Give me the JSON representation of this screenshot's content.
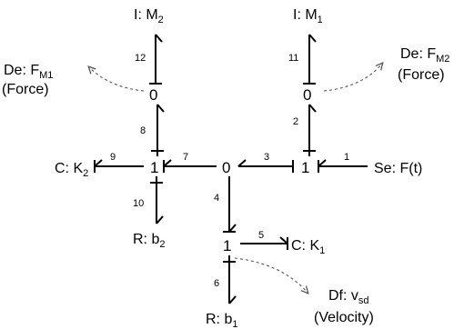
{
  "elements": {
    "i_m2": {
      "prefix": "I: M",
      "sub": "2"
    },
    "i_m1": {
      "prefix": "I: M",
      "sub": "1"
    },
    "de_fm1": {
      "prefix": "De: F",
      "sub": "M1",
      "paren": "(Force)"
    },
    "de_fm2": {
      "prefix": "De: F",
      "sub": "M2",
      "paren": "(Force)"
    },
    "c_k2": {
      "prefix": "C: K",
      "sub": "2"
    },
    "se_ft": {
      "text": "Se: F(t)"
    },
    "r_b2": {
      "prefix": "R: b",
      "sub": "2"
    },
    "c_k1": {
      "prefix": "C: K",
      "sub": "1"
    },
    "df_vsd": {
      "prefix": "Df: v",
      "sub": "sd",
      "paren": "(Velocity)"
    },
    "r_b1": {
      "prefix": "R: b",
      "sub": "1"
    }
  },
  "junctions": {
    "j0_left": "0",
    "j0_right": "0",
    "j1_left": "1",
    "j0_center": "0",
    "j1_right": "1",
    "j1_lower": "1"
  },
  "bonds": {
    "b1": "1",
    "b2": "2",
    "b3": "3",
    "b4": "4",
    "b5": "5",
    "b6": "6",
    "b7": "7",
    "b8": "8",
    "b9": "9",
    "b10": "10",
    "b11": "11",
    "b12": "12"
  }
}
